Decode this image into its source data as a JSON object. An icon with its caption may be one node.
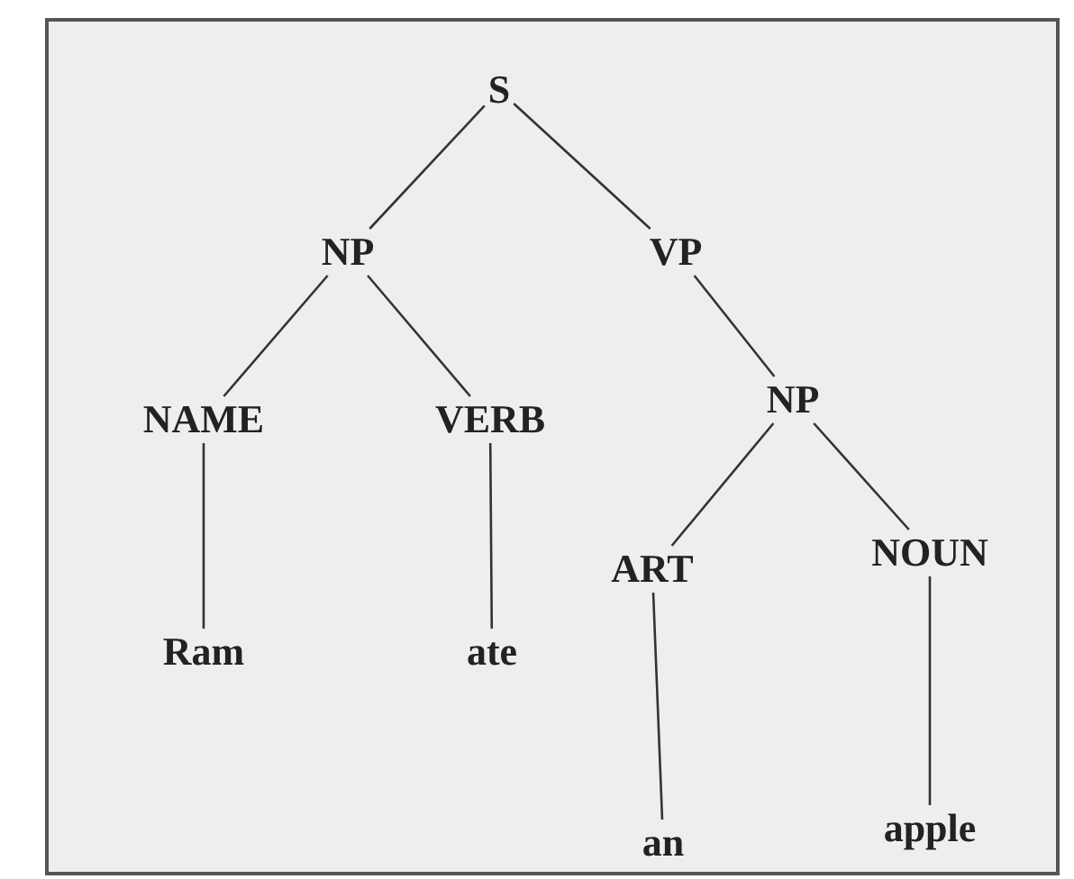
{
  "diagram": {
    "nodes": [
      {
        "text": [
          "S"
        ]
      },
      {
        "text": [
          "NP"
        ]
      },
      {
        "text": [
          "VP"
        ]
      },
      {
        "text": [
          "NAME"
        ]
      },
      {
        "text": [
          "VERB"
        ]
      },
      {
        "text": [
          "NP"
        ]
      },
      {
        "text": [
          "ART"
        ]
      },
      {
        "text": [
          "NOUN"
        ]
      },
      {
        "text": [
          "Ram"
        ]
      },
      {
        "text": [
          "ate"
        ]
      },
      {
        "text": [
          "an"
        ]
      },
      {
        "text": [
          "apple"
        ]
      }
    ],
    "edges": [
      {
        "from": 0,
        "to": 1,
        "arrow": "none"
      },
      {
        "from": 0,
        "to": 2,
        "arrow": "none"
      },
      {
        "from": 1,
        "to": 3,
        "arrow": "none"
      },
      {
        "from": 1,
        "to": 4,
        "arrow": "none"
      },
      {
        "from": 2,
        "to": 5,
        "arrow": "none"
      },
      {
        "from": 5,
        "to": 6,
        "arrow": "none"
      },
      {
        "from": 5,
        "to": 7,
        "arrow": "none"
      },
      {
        "from": 3,
        "to": 8,
        "arrow": "none"
      },
      {
        "from": 4,
        "to": 9,
        "arrow": "none"
      },
      {
        "from": 6,
        "to": 10,
        "arrow": "none"
      },
      {
        "from": 7,
        "to": 11,
        "arrow": "none"
      }
    ]
  }
}
